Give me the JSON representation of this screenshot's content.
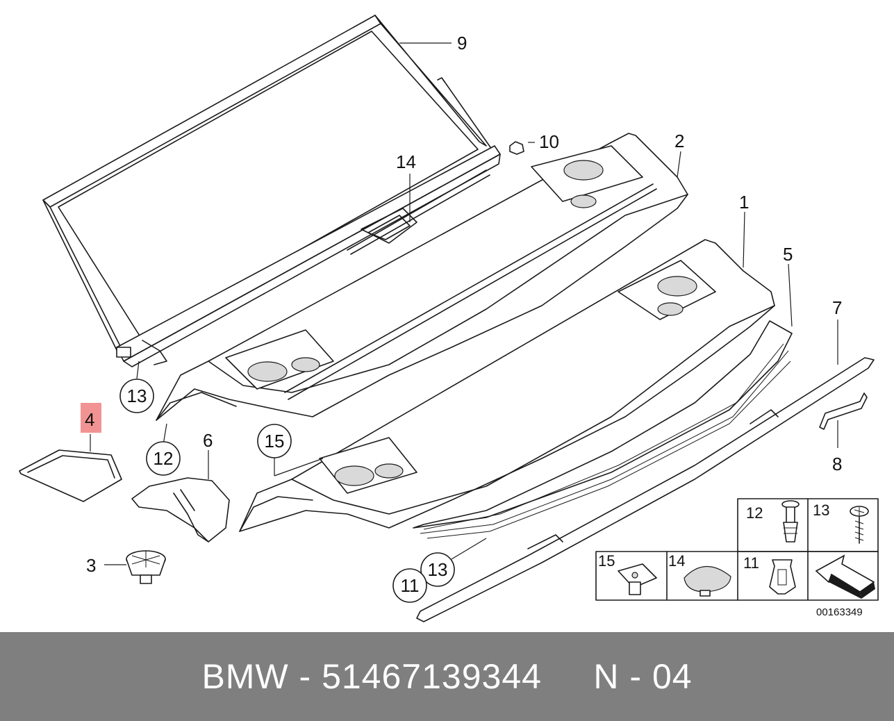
{
  "callouts": {
    "c1": "1",
    "c2": "2",
    "c3": "3",
    "c4": "4",
    "c5": "5",
    "c6": "6",
    "c7": "7",
    "c8": "8",
    "c9": "9",
    "c10": "10",
    "c11": "11",
    "c12": "12",
    "c13": "13",
    "c14": "14",
    "c15": "15"
  },
  "legend_table": {
    "cell_12": "12",
    "cell_13": "13",
    "cell_15": "15",
    "cell_14": "14",
    "cell_11": "11"
  },
  "doc_number": "00163349",
  "footer": {
    "text": "BMW - 51467139344     N - 04"
  },
  "colors": {
    "highlight": "#f08080",
    "footer_bg": "#7f7f7f",
    "line": "#1a1a1a"
  }
}
